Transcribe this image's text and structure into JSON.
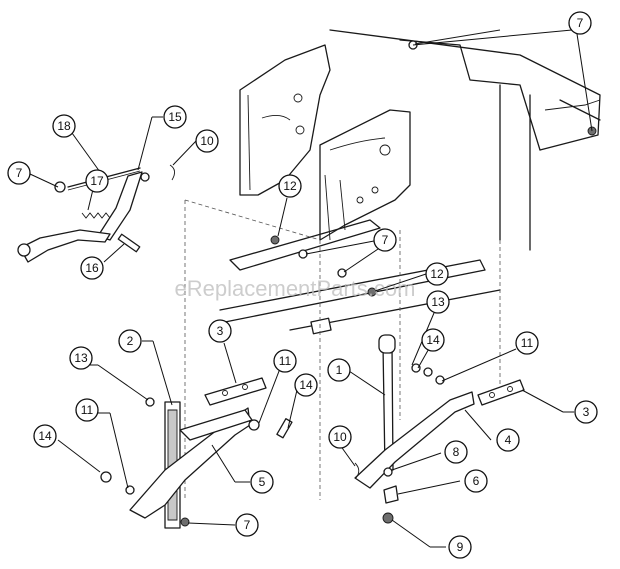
{
  "watermark": "eReplacementParts.com",
  "callouts": [
    {
      "id": "c7a",
      "label": "7"
    },
    {
      "id": "c18",
      "label": "18"
    },
    {
      "id": "c15",
      "label": "15"
    },
    {
      "id": "c10a",
      "label": "10"
    },
    {
      "id": "c7b",
      "label": "7"
    },
    {
      "id": "c17",
      "label": "17"
    },
    {
      "id": "c12a",
      "label": "12"
    },
    {
      "id": "c7c",
      "label": "7"
    },
    {
      "id": "c16",
      "label": "16"
    },
    {
      "id": "c12b",
      "label": "12"
    },
    {
      "id": "c13a",
      "label": "13"
    },
    {
      "id": "c3a",
      "label": "3"
    },
    {
      "id": "c2",
      "label": "2"
    },
    {
      "id": "c14a",
      "label": "14"
    },
    {
      "id": "c11a",
      "label": "11"
    },
    {
      "id": "c13b",
      "label": "13"
    },
    {
      "id": "c1",
      "label": "1"
    },
    {
      "id": "c11b",
      "label": "11"
    },
    {
      "id": "c14b",
      "label": "14"
    },
    {
      "id": "c3b",
      "label": "3"
    },
    {
      "id": "c11c",
      "label": "11"
    },
    {
      "id": "c4",
      "label": "4"
    },
    {
      "id": "c14c",
      "label": "14"
    },
    {
      "id": "c10b",
      "label": "10"
    },
    {
      "id": "c8",
      "label": "8"
    },
    {
      "id": "c5",
      "label": "5"
    },
    {
      "id": "c6",
      "label": "6"
    },
    {
      "id": "c7d",
      "label": "7"
    },
    {
      "id": "c9",
      "label": "9"
    }
  ]
}
